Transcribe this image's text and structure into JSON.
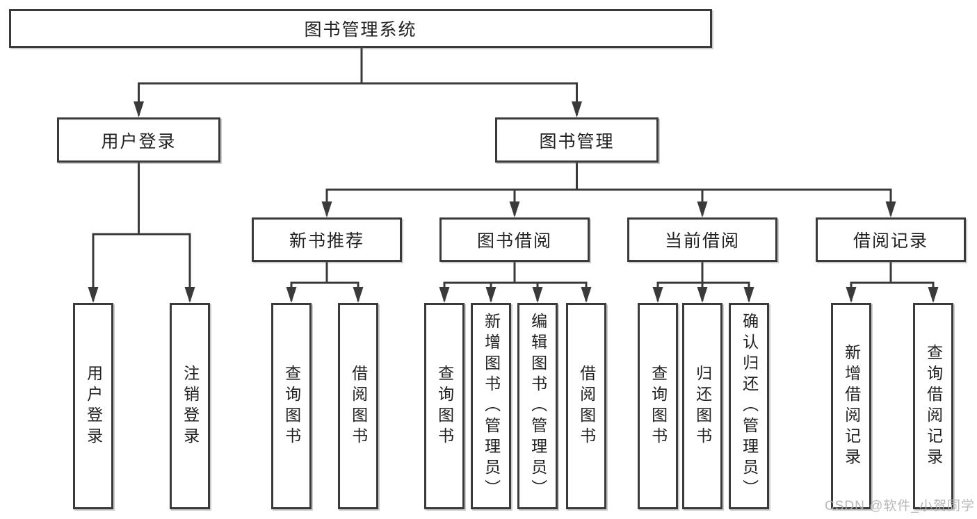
{
  "tree": {
    "root": {
      "label": "图书管理系统"
    },
    "level2": [
      {
        "id": "user-login",
        "label": "用户登录"
      },
      {
        "id": "book-management",
        "label": "图书管理"
      }
    ],
    "level3": [
      {
        "id": "new-book-recommend",
        "label": "新书推荐"
      },
      {
        "id": "book-borrowing",
        "label": "图书借阅"
      },
      {
        "id": "current-borrowing",
        "label": "当前借阅"
      },
      {
        "id": "borrowing-records",
        "label": "借阅记录"
      }
    ],
    "leaves": {
      "user_login": [
        "用户登录",
        "注销登录"
      ],
      "new_book_recommend": [
        "查询图书",
        "借阅图书"
      ],
      "book_borrowing": [
        "查询图书",
        "新增图书（管理员）",
        "编辑图书（管理员）",
        "借阅图书"
      ],
      "current_borrowing": [
        "查询图书",
        "归还图书",
        "确认归还（管理员）"
      ],
      "borrowing_records": [
        "新增借阅记录",
        "查询借阅记录"
      ]
    }
  },
  "watermark": {
    "text": "CSDN @软件_小贺同学",
    "color": "#b2b2b2"
  },
  "colors": {
    "line": "#3a3a3a",
    "box_border": "#3a3a3a",
    "box_fill": "#ffffff",
    "text": "#212121",
    "background": "#ffffff"
  }
}
